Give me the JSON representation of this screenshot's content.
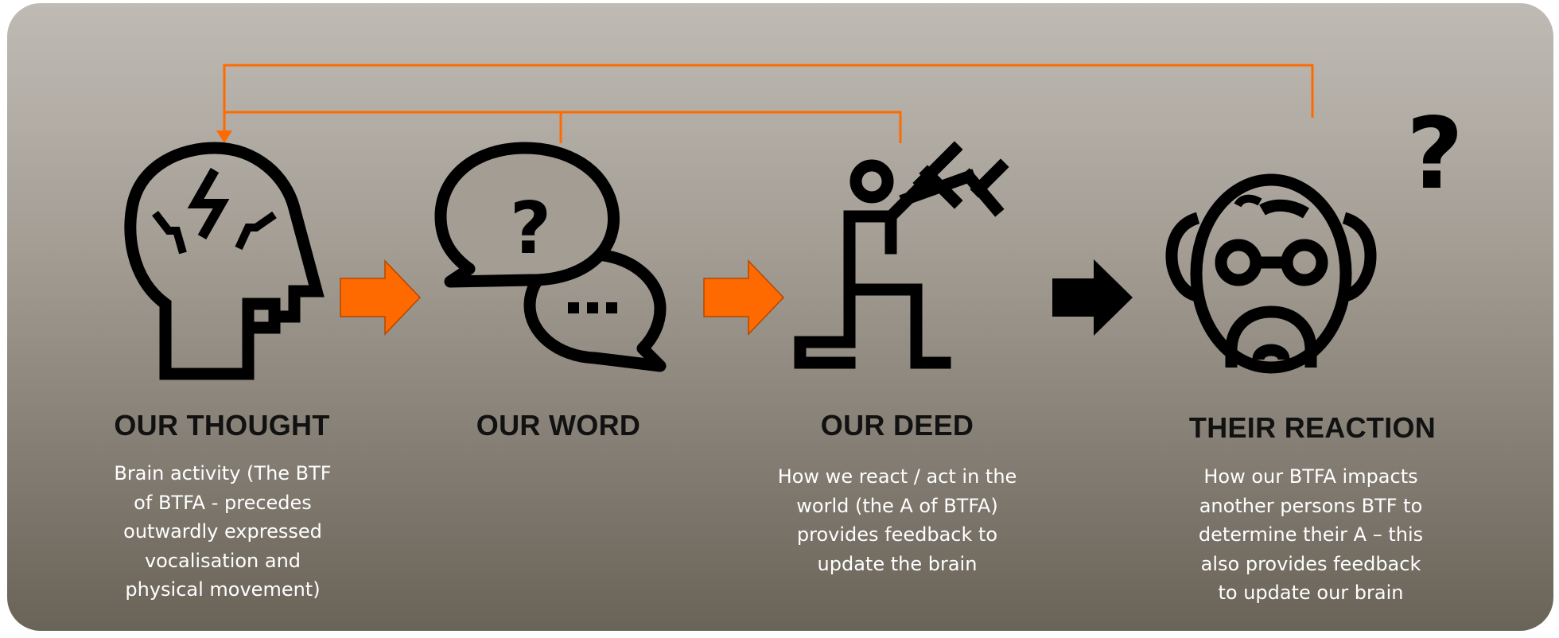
{
  "colors": {
    "accent": "#ff6a00",
    "icon": "#000000",
    "text_light": "#ffffff",
    "title_text": "#111111"
  },
  "stages": [
    {
      "title": "OUR THOUGHT",
      "description": "Brain activity (The BTF\nof BTFA - precedes\noutwardly expressed\nvocalisation and\nphysical movement)",
      "icon": "thinking-head-icon"
    },
    {
      "title": "OUR WORD",
      "description": "",
      "icon": "speech-bubbles-icon"
    },
    {
      "title": "OUR DEED",
      "description": "How we react / act in the\nworld (the A of BTFA)\nprovides feedback to\nupdate the brain",
      "icon": "person-with-hammer-icon"
    },
    {
      "title": "THEIR REACTION",
      "description": "How our BTFA impacts\nanother persons BTF to\ndetermine their A – this\nalso provides feedback\nto update our brain",
      "icon": "confused-face-icon"
    }
  ],
  "arrows": [
    {
      "from": "OUR THOUGHT",
      "to": "OUR WORD",
      "color": "#ff6a00",
      "icon": "arrow-right-icon"
    },
    {
      "from": "OUR WORD",
      "to": "OUR DEED",
      "color": "#ff6a00",
      "icon": "arrow-right-icon"
    },
    {
      "from": "OUR DEED",
      "to": "THEIR REACTION",
      "color": "#000000",
      "icon": "arrow-right-icon"
    }
  ],
  "feedback_loops": [
    {
      "from": [
        "OUR WORD",
        "OUR DEED"
      ],
      "to": "OUR THOUGHT",
      "color": "#ff6a00"
    },
    {
      "from": [
        "THEIR REACTION"
      ],
      "to": "OUR THOUGHT",
      "color": "#ff6a00"
    }
  ]
}
